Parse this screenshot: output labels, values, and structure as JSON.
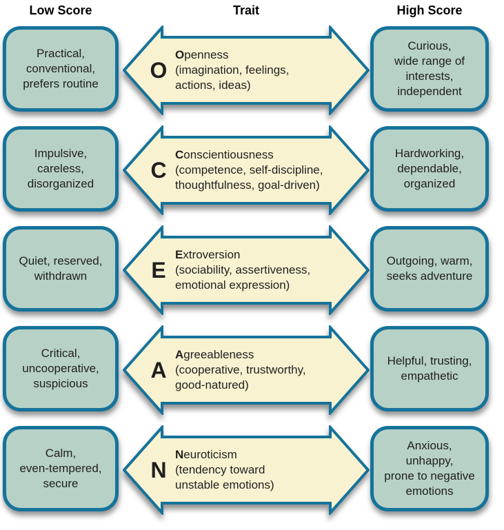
{
  "headers": {
    "low_score": "Low Score",
    "trait": "Trait",
    "high_score": "High Score"
  },
  "colors": {
    "box_fill": "#b7d1c6",
    "outline": "#15739b",
    "arrow_fill": "#f9f2d0",
    "text": "#1f1f1f"
  },
  "rows": [
    {
      "letter": "O",
      "trait_initial": "O",
      "trait_rest": "penness",
      "trait_detail": [
        "(imagination, feelings,",
        "actions, ideas)"
      ],
      "low_score": [
        "Practical,",
        "conventional,",
        "prefers routine"
      ],
      "high_score": [
        "Curious,",
        "wide range of",
        "interests,",
        "independent"
      ]
    },
    {
      "letter": "C",
      "trait_initial": "C",
      "trait_rest": "onscientiousness",
      "trait_detail": [
        "(competence, self-discipline,",
        "thoughtfulness, goal-driven)"
      ],
      "low_score": [
        "Impulsive,",
        "careless,",
        "disorganized"
      ],
      "high_score": [
        "Hardworking,",
        "dependable,",
        "organized"
      ]
    },
    {
      "letter": "E",
      "trait_initial": "E",
      "trait_rest": "xtroversion",
      "trait_detail": [
        "(sociability, assertiveness,",
        "emotional expression)"
      ],
      "low_score": [
        "Quiet, reserved,",
        "withdrawn"
      ],
      "high_score": [
        "Outgoing, warm,",
        "seeks adventure"
      ]
    },
    {
      "letter": "A",
      "trait_initial": "A",
      "trait_rest": "greeableness",
      "trait_detail": [
        "(cooperative, trustworthy,",
        "good-natured)"
      ],
      "low_score": [
        "Critical,",
        "uncooperative,",
        "suspicious"
      ],
      "high_score": [
        "Helpful, trusting,",
        "empathetic"
      ]
    },
    {
      "letter": "N",
      "trait_initial": "N",
      "trait_rest": "euroticism",
      "trait_detail": [
        "(tendency toward",
        "unstable emotions)"
      ],
      "low_score": [
        "Calm,",
        "even-tempered,",
        "secure"
      ],
      "high_score": [
        "Anxious,",
        "unhappy,",
        "prone to negative",
        "emotions"
      ]
    }
  ]
}
